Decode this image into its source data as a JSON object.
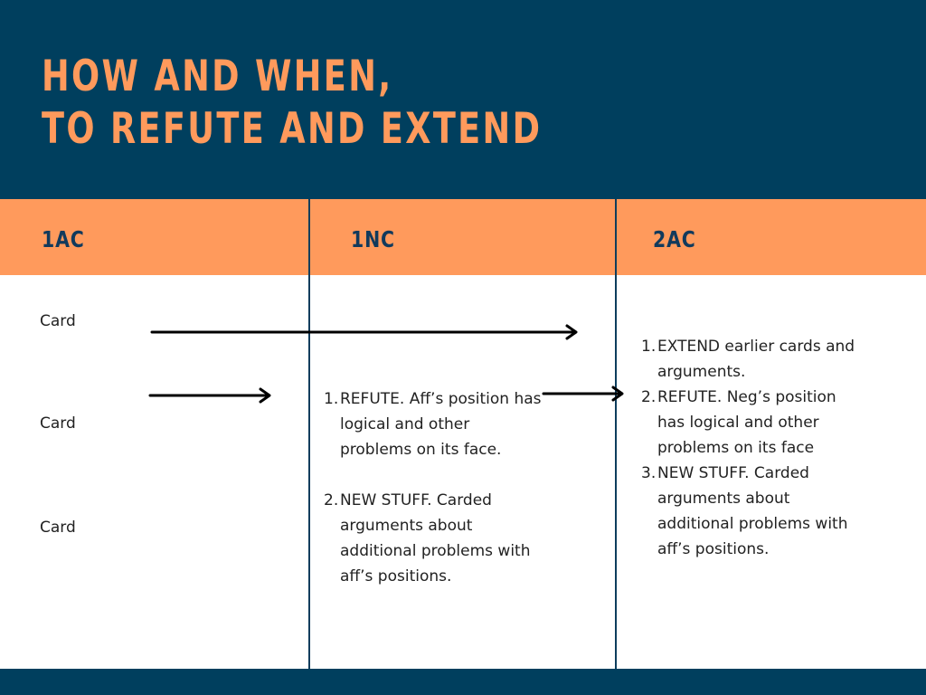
{
  "title": {
    "line1": "HOW AND WHEN,",
    "line2": "TO REFUTE AND EXTEND"
  },
  "columns": [
    {
      "header": "1AC"
    },
    {
      "header": "1NC"
    },
    {
      "header": "2AC"
    }
  ],
  "cards": [
    "Card",
    "Card",
    "Card"
  ],
  "col1nc": {
    "items": [
      {
        "num": "1.",
        "text": "REFUTE. Aff’s position has logical and other problems on its face."
      },
      {
        "num": "2.",
        "text": "NEW STUFF. Carded arguments about additional problems with aff’s positions."
      }
    ]
  },
  "col2ac": {
    "items": [
      {
        "num": "1.",
        "text": "EXTEND earlier cards and arguments."
      },
      {
        "num": "2.",
        "text": "REFUTE. Neg’s position has logical and other problems on its face"
      },
      {
        "num": "3.",
        "text": " NEW STUFF. Carded arguments about additional problems with aff’s positions."
      }
    ]
  },
  "colors": {
    "navy": "#003f5e",
    "orange": "#ff9a5c",
    "header_text": "#123a5c"
  },
  "icons": [
    "arrow-right-icon"
  ]
}
